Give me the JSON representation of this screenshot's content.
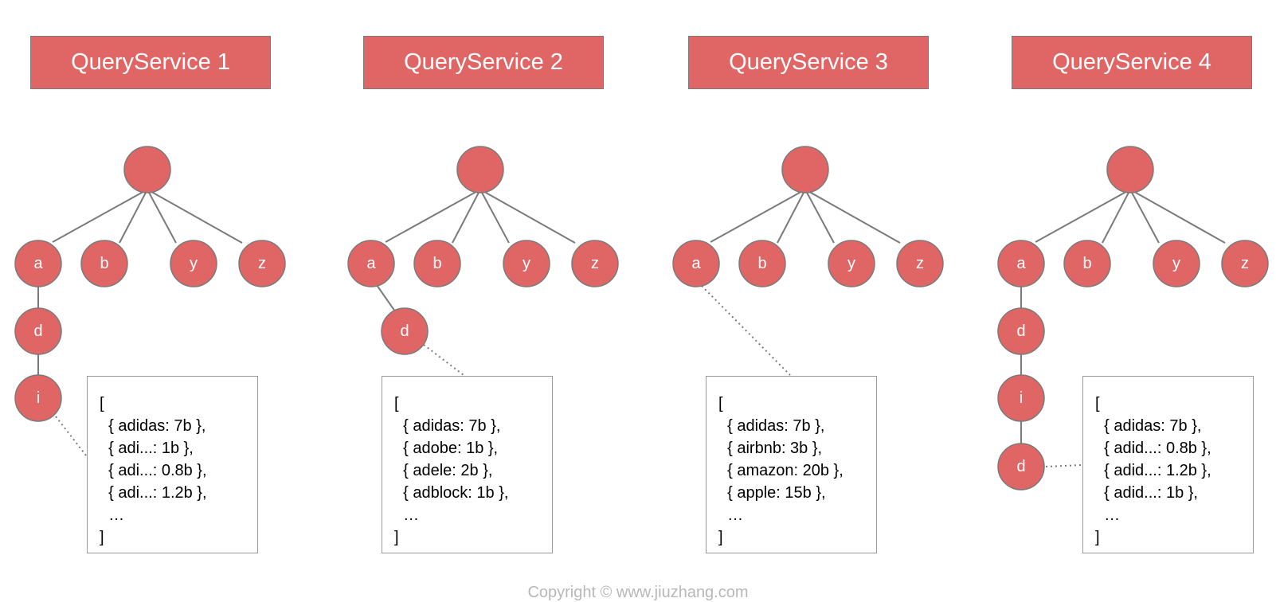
{
  "colors": {
    "node_fill": "#e06666",
    "node_stroke": "#7a7a7a",
    "edge": "#7a7a7a",
    "text": "#ffffff"
  },
  "panels": [
    {
      "title": "QueryService 1",
      "children": [
        "a",
        "b",
        "y",
        "z"
      ],
      "chain": [
        "d",
        "i"
      ],
      "list": [
        "[",
        "  { adidas: 7b },",
        "  { adi...: 1b },",
        "  { adi...: 0.8b },",
        "  { adi...: 1.2b },",
        "  …",
        "]"
      ]
    },
    {
      "title": "QueryService 2",
      "children": [
        "a",
        "b",
        "y",
        "z"
      ],
      "chain": [
        "d"
      ],
      "list": [
        "[",
        "  { adidas: 7b },",
        "  { adobe: 1b },",
        "  { adele: 2b },",
        "  { adblock: 1b },",
        "  …",
        "]"
      ]
    },
    {
      "title": "QueryService 3",
      "children": [
        "a",
        "b",
        "y",
        "z"
      ],
      "chain": [],
      "list": [
        "[",
        "  { adidas: 7b },",
        "  { airbnb: 3b },",
        "  { amazon: 20b },",
        "  { apple: 15b },",
        "  …",
        "]"
      ]
    },
    {
      "title": "QueryService 4",
      "children": [
        "a",
        "b",
        "y",
        "z"
      ],
      "chain": [
        "d",
        "i",
        "d"
      ],
      "list": [
        "[",
        "  { adidas: 7b },",
        "  { adid...: 0.8b },",
        "  { adid...: 1.2b },",
        "  { adid...: 1b },",
        "  …",
        "]"
      ]
    }
  ],
  "copyright": "Copyright © www.jiuzhang.com"
}
